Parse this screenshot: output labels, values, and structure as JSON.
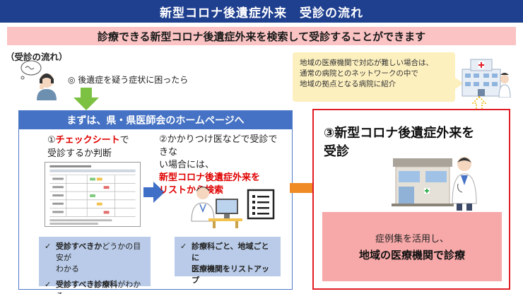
{
  "title": "新型コロナ後遺症外来　受診の流れ",
  "subtitle": "診療できる新型コロナ後遺症外来を検索して受診することができます",
  "flow_label": "（受診の流れ）",
  "symptom_text": "◎ 後遺症を疑う症状に困ったら",
  "callout_lines": [
    "地域の医療機関で対応が難しい場合は、",
    "通常の病院とのネットワークの中で",
    "地域の拠点となる病院に紹介"
  ],
  "left_panel": {
    "header": "まずは、県・県医師会のホームページへ",
    "step1_number": "①",
    "step1_highlight": "チェックシート",
    "step1_suffix": "で",
    "step1_line2": "受診するか判断",
    "step2_line1": "②かかりつけ医などで受診できな",
    "step2_line2": "い場合には、",
    "step2_highlight1": "新型コロナ後遺症外来を",
    "step2_highlight2": "リストから検索",
    "box_a": {
      "item1_bold": "受診すべきか",
      "item1_rest": "どうかの目安が",
      "item1_line2": "わかる",
      "item2_bold": "受診すべき診療科",
      "item2_rest": "がわかる"
    },
    "box_b": {
      "line1": "診療科ごと、地域ごとに",
      "line2": "医療機関をリストアップ"
    }
  },
  "right_panel": {
    "title_line1": "③新型コロナ後遺症外来を",
    "title_line2": "受診",
    "pink_line1": "症例集を活用し、",
    "pink_line2": "地域の医療機関で診療"
  },
  "check_mark": "✓",
  "colors": {
    "title_bg": "#1f3f8f",
    "subtitle_bg": "#fbc3c3",
    "panel_blue": "#4572c4",
    "box_blue": "#b9cbe8",
    "callout_bg": "#fdf0bf",
    "red_border": "#e11c24",
    "pink_box": "#f7a8a8",
    "green_arrow": "#7cc142",
    "orange_arrow": "#f08a24"
  }
}
